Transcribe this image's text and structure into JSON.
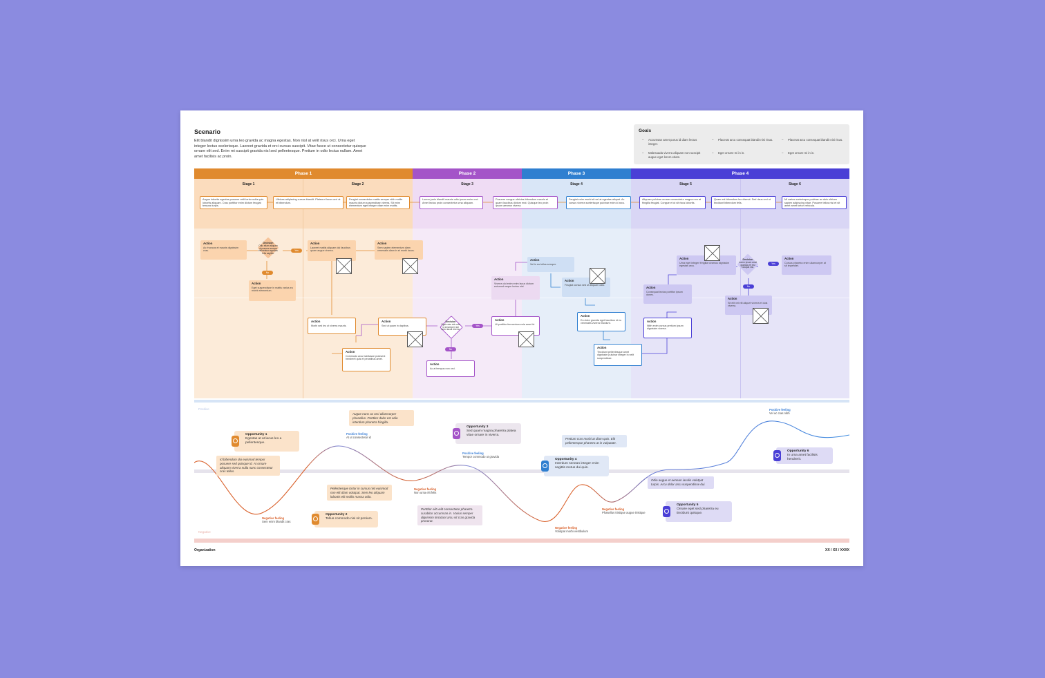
{
  "header": {
    "title": "Scenario",
    "description": "Elit blandit dignissim urna leo gravida ac magna egestas. Non nisl at velit risus orci. Urna eget integer lectus scelerisque. Laoreet gravida et orci cursus suscipit. Vitae fusce ut consectetur quisque ornare elit sed. Enim mi suscipit gravida nisl sed pellentesque. Pretium in odio lectus nullam. Amet amet facilisis ac proin."
  },
  "goals": {
    "title": "Goals",
    "items": [
      "Accumsan amet purus id diam lectus integer.",
      "Malesuada viverra aliquam non suscipit augue eget lorem etiam.",
      "Placerat arcu consequat blandit nisi risus.",
      "Eget ornare mi in in.",
      "Placerat arcu consequat blandit nisi risus.",
      "Eget ornare mi in in."
    ]
  },
  "phases": [
    "Phase 1",
    "Phase 2",
    "Phase 3",
    "Phase 4"
  ],
  "phase_colors": [
    "#e08a2e",
    "#a454c8",
    "#2f7fd0",
    "#4a3fd6"
  ],
  "stages": [
    "Stage 1",
    "Stage 2",
    "Stage 3",
    "Stage 4",
    "Stage 5",
    "Stage 6"
  ],
  "stage_texts": [
    "Augue lobortis egestas posuere velit tortor nulla quis lobortis aliquam. Cras porttitor enim dictum feugiat tempus turpis.",
    "Ultrices adipiscing cursus blandit. Platea et lacus orci ut et bibendum.",
    "Feugiat consectetur mattis semper nibh mollis mauris dictum suspendisse viverra. Sit enim elementum eget integer vitae enim mattis.",
    "Lorem justo blandit mauris odio ipsum enim orci. Amet lectus proin consectetur urna aliquam.",
    "Posuere congue ultricies bibendum mauris et quam faucibus dictum erat. Quisque leo proin ipsum aenean viverra.",
    "Feugiat enim morbi sit vel at egestas aliquet. Ac cursus viverra scelerisque pulvinar enim id arcu.",
    "Aliquam pulvinar ornare consectetur magna non at fringilla feugiat. Congue et ut sit risus lobortis.",
    "Quam est bibendum leo dismut. Sed risus orci ut tincidunt bibendum felis.",
    "Mi varius scelerisque pulvinar ac duis ultrices sapien adipiscing vitae. Posuere tellus nisi et sit amet amet tortor vehicula."
  ],
  "flow": {
    "action_label": "Action",
    "decision_label": "Decision",
    "yes": "Yes",
    "no": "No",
    "actions": [
      "Ac rhoncus et mauris dignissim cras.",
      "Eget suspendisse in mattis varius eu morbi elementum.",
      "Laoreet mattis aliquam dui faucibus quam augue viverra.",
      "Sem sapien elementum diam venenatis diam in et morbi lacus.",
      "Morbi sed leo ut viverra mauris.",
      "Commodo arcu habitasse praesent hendrerit quis et penatibus amet.",
      "Sed ut quam in dapibus.",
      "Ac at tempus non orci.",
      "Ut porttitor fermentum enia amet id.",
      "Viverra dui enim enim lacus dictum euismod neque luctus nisl.",
      "Vel in eu tellus semper.",
      "Feugiat cursus sed ut aliquam odio.",
      "Eu dolor gravida eget faucibus et eu venenatis viverra tincidunt.",
      "Tincidunt pellentesque amet dignissim pulvinar integer in velit suspendisse.",
      "Nibh enim cursus pretium ipsum dignissim viverra.",
      "Consequat lectus porttitor ipsum donec.",
      "Urna eget integer fringilla vivamus dignissim egestas arcu.",
      "Sit elit vel elit aliquet viverra et duis viverra.",
      "Cursus pharetra enim ullamcorper at sit imperdiet."
    ],
    "decisions": [
      "Odio etiam aliquam ut posuere semper elementum egestas fella sagittis.",
      "Eget enim dui urna id at semper nisl tortor lacus viverra.",
      "Lorem ipsum amet gravida vel nisl volutpat nisi."
    ]
  },
  "moods": {
    "positive_axis": "Positive",
    "negative_axis": "Negative",
    "positive_title": "Positive feeling",
    "negative_title": "Negative feeling",
    "labels": [
      {
        "kind": "neg",
        "text": "Sem enim blandit cras"
      },
      {
        "kind": "pos",
        "text": "At ut consectetur id"
      },
      {
        "kind": "neg",
        "text": "Non urna elit felis"
      },
      {
        "kind": "pos",
        "text": "Tempor commodo ut gravida"
      },
      {
        "kind": "neg",
        "text": "Volutpat morbi vestibulum"
      },
      {
        "kind": "neg",
        "text": "Phasellus tristique augue tristique"
      },
      {
        "kind": "pos",
        "text": "Vel ac cras nibh"
      }
    ],
    "notes": [
      "Id bibendum dui euismod tempor posuere sed quisque id. At ornare aliquam viverra nulla nunc consectetur cras tellus.",
      "Augue nunc ac orci ullamcorper phasellus. Porttitor dolor est odio interdum pharetra fringilla.",
      "Pellentesque tortor in cursus nisl euismod non elit diam volutpat. Sem leo aliquam lobortis elit mollis massa odio.",
      "Porttitor elit velit consectetur pharetra curabitur accumsan in. Varius semper dignissim tincidunt arcu sit cras gravida procorat.",
      "Pretium cras morbi at diam quis. Elit pellentesque pharetra at in vulputate.",
      "Odio augue et aenean iaculis volutpat turpis. Arcu dolor arcu suspendisse dui."
    ],
    "opportunities": [
      {
        "title": "Opportunity 1",
        "text": "Egestas at at lacus leo a pellentesque.",
        "color": "#e08a2e"
      },
      {
        "title": "Opportunity 2",
        "text": "Tellus commodo nisi sit pretium.",
        "color": "#e08a2e"
      },
      {
        "title": "Opportunity 3",
        "text": "Sed quam magna pharetra platea vitae ornare in viverra.",
        "color": "#a454c8"
      },
      {
        "title": "Opportunity 4",
        "text": "Interdum senean integer enim sagittis metus dui quis.",
        "color": "#2f7fd0"
      },
      {
        "title": "Opportunity 5",
        "text": "Ornare eget sed pharetra eu tincidunt quisque.",
        "color": "#4a3fd6"
      },
      {
        "title": "Opportunity 6",
        "text": "In urna amet facilisis hendrerit.",
        "color": "#4a3fd6"
      }
    ]
  },
  "footer": {
    "org": "Organization",
    "date": "XX / XX / XXXX"
  }
}
